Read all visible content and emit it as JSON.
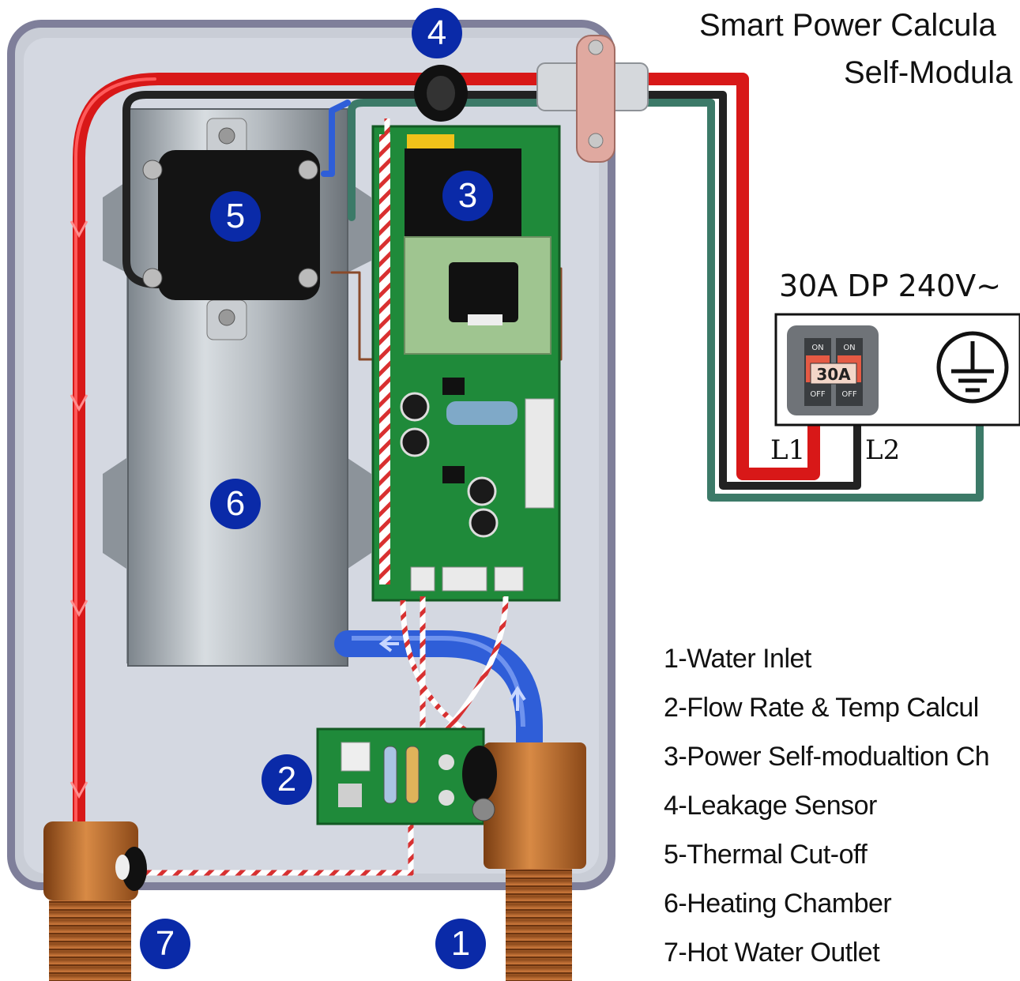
{
  "title": {
    "line1": "Smart Power Calcula",
    "line2": "Self-Modula"
  },
  "breaker": {
    "rating_label": "30A DP 240V~",
    "switch_text": "30A",
    "on_text": "ON",
    "off_text": "OFF",
    "line1_label": "L1",
    "line2_label": "L2"
  },
  "badges": [
    "1",
    "2",
    "3",
    "4",
    "5",
    "6",
    "7"
  ],
  "legend": [
    "1-Water Inlet",
    "2-Flow Rate & Temp Calcul",
    "3-Power Self-modualtion Ch",
    "4-Leakage Sensor",
    "5-Thermal Cut-off",
    "6-Heating Chamber",
    "7-Hot Water Outlet"
  ],
  "colors": {
    "hot_wire": "#d81818",
    "neutral_wire": "#222222",
    "ground_wire": "#3c7a68",
    "badge": "#0a2aa8",
    "pcb": "#1f8a3a",
    "brass": "#b8662a",
    "chamber": "#a9b0b6",
    "water_pipe": "#2f5ed8"
  },
  "icons": [
    "ground-symbol-icon",
    "circuit-breaker-icon",
    "flow-arrow-icon"
  ]
}
